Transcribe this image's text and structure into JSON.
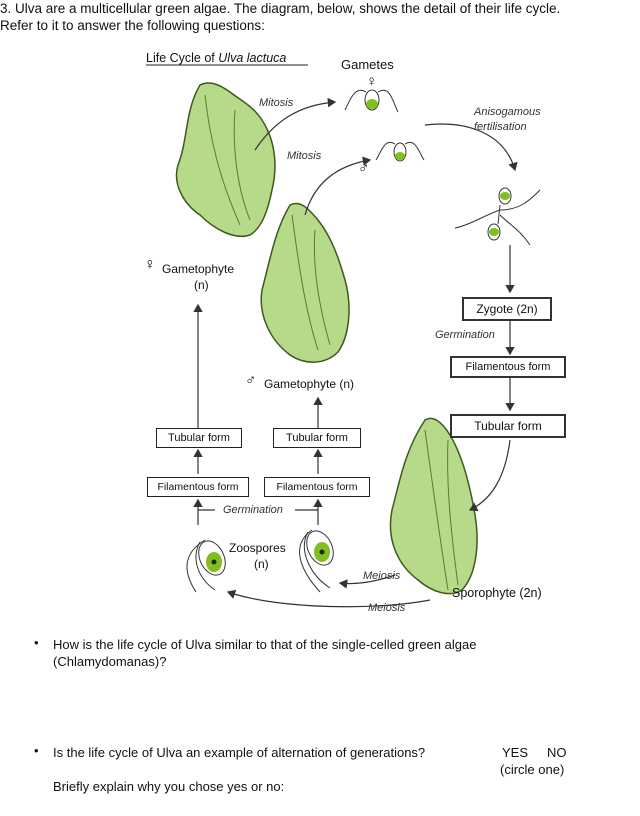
{
  "intro": {
    "line1": "3. Ulva are a multicellular green algae. The diagram, below, shows the detail of their life cycle.",
    "line2": "Refer to it to answer the following questions:"
  },
  "diagram": {
    "title_prefix": "Life Cycle of ",
    "title_species": "Ulva lactuca",
    "gametes": "Gametes",
    "mitosis1": "Mitosis",
    "mitosis2": "Mitosis",
    "aniso1": "Anisogamous",
    "aniso2": "fertilisation",
    "female_symbol": "♀",
    "male_symbol": "♂",
    "female_gametophyte": "Gametophyte",
    "female_n": "(n)",
    "male_gametophyte": "Gametophyte (n)",
    "zygote": "Zygote (2n)",
    "germination_right": "Germination",
    "filamentous_right": "Filamentous form",
    "tubular_right": "Tubular form",
    "tubular_left": "Tubular form",
    "tubular_mid": "Tubular form",
    "filamentous_left": "Filamentous form",
    "filamentous_mid": "Filamentous form",
    "germination_bottom": "Germination",
    "zoospores": "Zoospores",
    "zoospores_n": "(n)",
    "meiosis1": "Meiosis",
    "meiosis2": "Meiosis",
    "sporophyte": "Sporophyte (2n)",
    "colors": {
      "thallus_fill": "#b6d98a",
      "thallus_edge": "#3d5a1a",
      "cell_green": "#7fbf1e"
    }
  },
  "questions": {
    "q1_line1": "How is the life cycle of Ulva similar to that of the single-celled green algae",
    "q1_line2": "(Chlamydomanas)?",
    "q2_text": "Is the life cycle of Ulva an example of alternation of generations?",
    "yes": "YES",
    "no": "NO",
    "circle_one": "(circle one)",
    "explain": "Briefly explain why you chose yes or no:"
  }
}
